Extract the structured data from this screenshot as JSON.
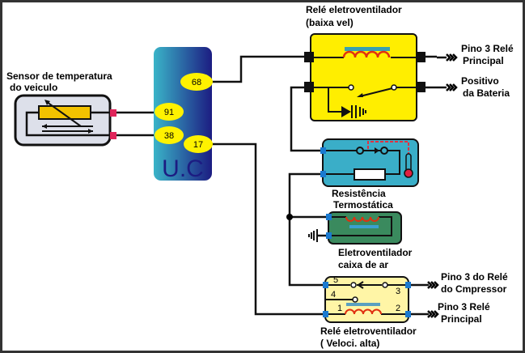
{
  "uc": {
    "label": "U.C",
    "pins": [
      "68",
      "91",
      "38",
      "17"
    ]
  },
  "sensor": {
    "line1": "Sensor de temperatura",
    "line2": "do veiculo"
  },
  "relay_low": {
    "title1": "Relé eletroventilador",
    "title2": "(baixa vel)",
    "out1_line1": "Pino 3 Relé",
    "out1_line2": "Principal",
    "out2_line1": "Positivo",
    "out2_line2": "da Bateria"
  },
  "thermo": {
    "line1": "Resistência",
    "line2": "Termostática"
  },
  "fan": {
    "line1": "Eletroventilador",
    "line2": "caixa de ar"
  },
  "relay_high": {
    "title1": "Relé eletroventilador",
    "title2": "( Veloci.  alta)",
    "pin_labels": [
      "5",
      "4",
      "3",
      "1",
      "2"
    ],
    "out1_line1": "Pino 3 do Relé",
    "out1_line2": "do Cmpressor",
    "out2_line1": "Pino 3 Relé",
    "out2_line2": "Principal"
  },
  "colors": {
    "uc_top": "#3ab4c8",
    "uc_bottom": "#1c1c82",
    "pin_oval": "#fff200",
    "relay_low": "#ffee00",
    "relay_high": "#fff5a6",
    "thermo": "#3aaec8",
    "fan": "#3a8a5e",
    "sensor": "#dde0ea"
  }
}
